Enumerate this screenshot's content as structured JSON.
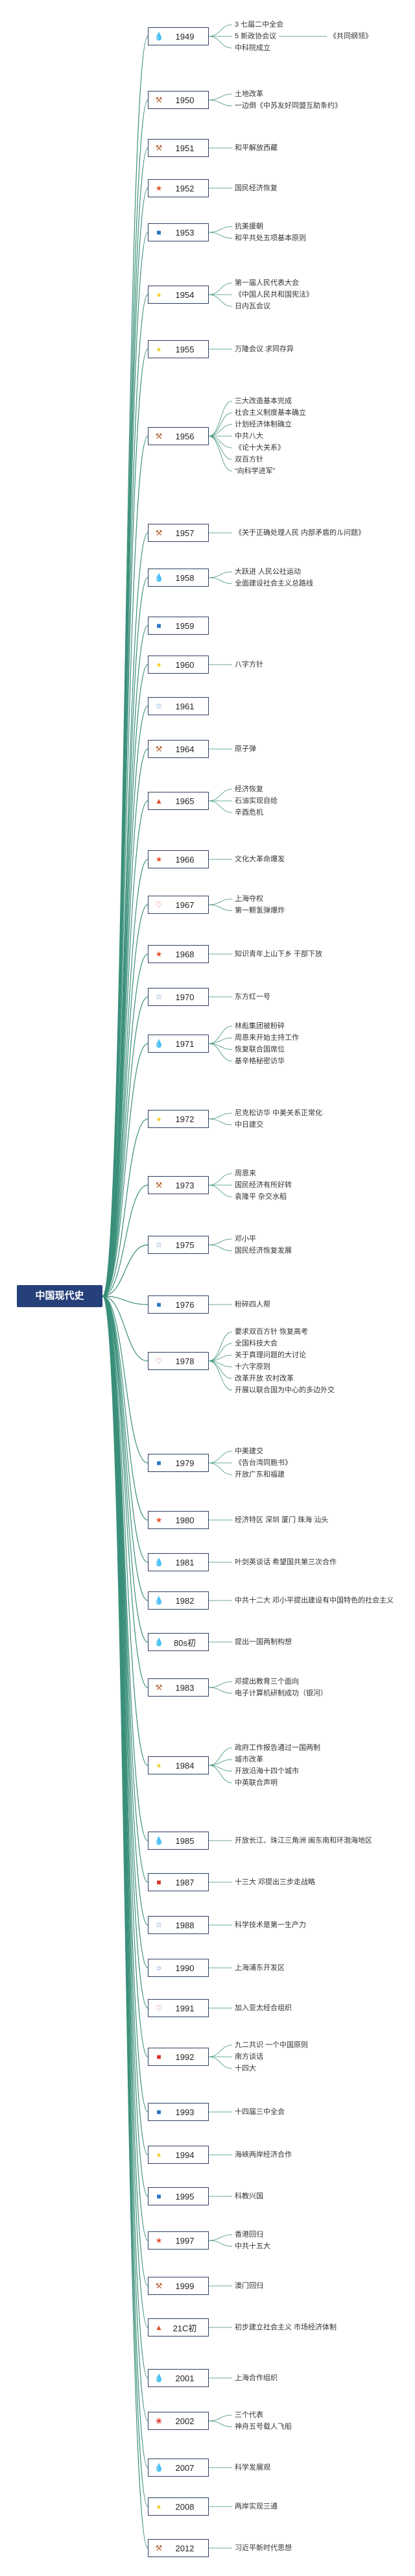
{
  "root": {
    "title": "中国现代史"
  },
  "colors": {
    "line": "#3a8f7a",
    "box_border": "#2c3e64",
    "root_bg": "#26407a"
  },
  "years": [
    {
      "year": "1949",
      "icon": "water-drop-icon",
      "items": [
        "3 七届二中全会",
        "5 新政协会议",
        "中科院成立"
      ],
      "sub": {
        "parent": 1,
        "label": "《共同纲领》"
      }
    },
    {
      "year": "1950",
      "icon": "hammer-icon",
      "items": [
        "土地改革",
        "一边倒《中苏友好同盟互助条约》"
      ]
    },
    {
      "year": "1951",
      "icon": "hammer-icon",
      "items": [
        "和平解放西藏"
      ]
    },
    {
      "year": "1952",
      "icon": "star-icon",
      "items": [
        "国民经济恢复"
      ]
    },
    {
      "year": "1953",
      "icon": "flag-icon",
      "items": [
        "抗美援朝",
        "和平共处五项基本原则"
      ]
    },
    {
      "year": "1954",
      "icon": "sun-icon",
      "items": [
        "第一届人民代表大会",
        "《中国人民共和国宪法》",
        "日内瓦会议"
      ]
    },
    {
      "year": "1955",
      "icon": "sun-icon",
      "items": [
        "万隆会议 求同存异"
      ]
    },
    {
      "year": "1956",
      "icon": "hammer-icon",
      "items": [
        "三大改造基本完成",
        "社会主义制度基本确立",
        "计划经济体制确立",
        "中共八大",
        "《论十大关系》",
        "双百方针",
        "“向科学进军”"
      ]
    },
    {
      "year": "1957",
      "icon": "hammer-icon",
      "items": [
        "《关于正确处理人民 内部矛盾的ル问题》"
      ]
    },
    {
      "year": "1958",
      "icon": "water-drop-icon",
      "items": [
        "大跃进 人民公社运动",
        "全面建设社会主义总路线"
      ]
    },
    {
      "year": "1959",
      "icon": "flag-icon",
      "items": []
    },
    {
      "year": "1960",
      "icon": "sun-icon",
      "items": [
        "八字方针"
      ]
    },
    {
      "year": "1961",
      "icon": "star-outline-icon",
      "items": []
    },
    {
      "year": "1964",
      "icon": "hammer-icon",
      "items": [
        "原子弹"
      ]
    },
    {
      "year": "1965",
      "icon": "flame-icon",
      "items": [
        "经济恢复",
        "石油实现自给",
        "辛酉危机"
      ]
    },
    {
      "year": "1966",
      "icon": "star-icon",
      "items": [
        "文化大革命爆发"
      ]
    },
    {
      "year": "1967",
      "icon": "heart-icon",
      "items": [
        "上海夺权",
        "第一颗氢弹爆炸"
      ]
    },
    {
      "year": "1968",
      "icon": "star-icon",
      "items": [
        "知识青年上山下乡 干部下放"
      ]
    },
    {
      "year": "1970",
      "icon": "star-outline-icon",
      "items": [
        "东方红一号"
      ]
    },
    {
      "year": "1971",
      "icon": "water-drop-icon",
      "items": [
        "林彪集团被粉碎",
        "周恩来开始主持工作",
        "恢复联合国席位",
        "基辛格秘密访华"
      ]
    },
    {
      "year": "1972",
      "icon": "sun-icon",
      "items": [
        "尼克松访华 中美关系正常化",
        "中日建交"
      ]
    },
    {
      "year": "1973",
      "icon": "hammer-icon",
      "items": [
        "周恩来",
        "国民经济有所好转",
        "袁隆平 杂交水稻"
      ]
    },
    {
      "year": "1975",
      "icon": "star-outline-icon",
      "items": [
        "邓小平",
        "国民经济恢复发展"
      ]
    },
    {
      "year": "1976",
      "icon": "flag-icon",
      "items": [
        "粉碎四人帮"
      ]
    },
    {
      "year": "1978",
      "icon": "heart-icon",
      "items": [
        "要求双百方针 恢复高考",
        "全国科技大会",
        "关于真理问题的大讨论",
        "十六字原则",
        "改革开放 农村改革",
        "开展以联合国为中心的多边外交"
      ]
    },
    {
      "year": "1979",
      "icon": "flag-icon",
      "items": [
        "中美建交",
        "《告台湾同胞书》",
        "开放广东和福建"
      ]
    },
    {
      "year": "1980",
      "icon": "star-icon",
      "items": [
        "经济特区 深圳 厦门 珠海 汕头"
      ]
    },
    {
      "year": "1981",
      "icon": "water-drop-icon",
      "items": [
        "叶剑英谈话 希望国共第三次合作"
      ]
    },
    {
      "year": "1982",
      "icon": "water-drop-icon",
      "items": [
        "中共十二大 邓小平提出建设有中国特色的社会主义"
      ]
    },
    {
      "year": "80s初",
      "icon": "water-drop-icon",
      "items": [
        "提出一国两制构想"
      ]
    },
    {
      "year": "1983",
      "icon": "hammer-icon",
      "items": [
        "邓提出教育三个面向",
        "电子计算机研制成功（银河）"
      ]
    },
    {
      "year": "1984",
      "icon": "sun-icon",
      "items": [
        "政府工作报告通过一国两制",
        "城市改革",
        "开放沿海十四个城市",
        "中英联合声明"
      ]
    },
    {
      "year": "1985",
      "icon": "water-drop-icon",
      "items": [
        "开放长江、珠江三角洲 闽东南和环渤海地区"
      ]
    },
    {
      "year": "1987",
      "icon": "flag-red-icon",
      "items": [
        "十三大 邓提出三步走战略"
      ]
    },
    {
      "year": "1988",
      "icon": "star-outline-icon",
      "items": [
        "科学技术是第一生产力"
      ]
    },
    {
      "year": "1990",
      "icon": "circle-icon",
      "items": [
        "上海浦东开发区"
      ]
    },
    {
      "year": "1991",
      "icon": "heart-icon",
      "items": [
        "加入亚太经合组织"
      ]
    },
    {
      "year": "1992",
      "icon": "flag-red-icon",
      "items": [
        "九二共识 一个中国原则",
        "南方谈话",
        "十四大"
      ]
    },
    {
      "year": "1993",
      "icon": "flag-icon",
      "items": [
        "十四届三中全会"
      ]
    },
    {
      "year": "1994",
      "icon": "sun-icon",
      "items": [
        "海峡两岸经济合作"
      ]
    },
    {
      "year": "1995",
      "icon": "flag-icon",
      "items": [
        "科教兴国"
      ]
    },
    {
      "year": "1997",
      "icon": "star-icon",
      "items": [
        "香港回归",
        "中共十五大"
      ]
    },
    {
      "year": "1999",
      "icon": "hammer-icon",
      "items": [
        "澳门回归"
      ]
    },
    {
      "year": "21C初",
      "icon": "flame-icon",
      "items": [
        "初步建立社会主义 市场经济体制"
      ]
    },
    {
      "year": "2001",
      "icon": "water-drop-icon",
      "items": [
        "上海合作组织"
      ]
    },
    {
      "year": "2002",
      "icon": "lantern-icon",
      "items": [
        "三个代表",
        "神舟五号载人飞船"
      ]
    },
    {
      "year": "2007",
      "icon": "water-drop-icon",
      "items": [
        "科学发展观"
      ]
    },
    {
      "year": "2008",
      "icon": "sun-icon",
      "items": [
        "两岸实现三通"
      ]
    },
    {
      "year": "2012",
      "icon": "hammer-icon",
      "items": [
        "习近平新时代思想"
      ]
    }
  ]
}
